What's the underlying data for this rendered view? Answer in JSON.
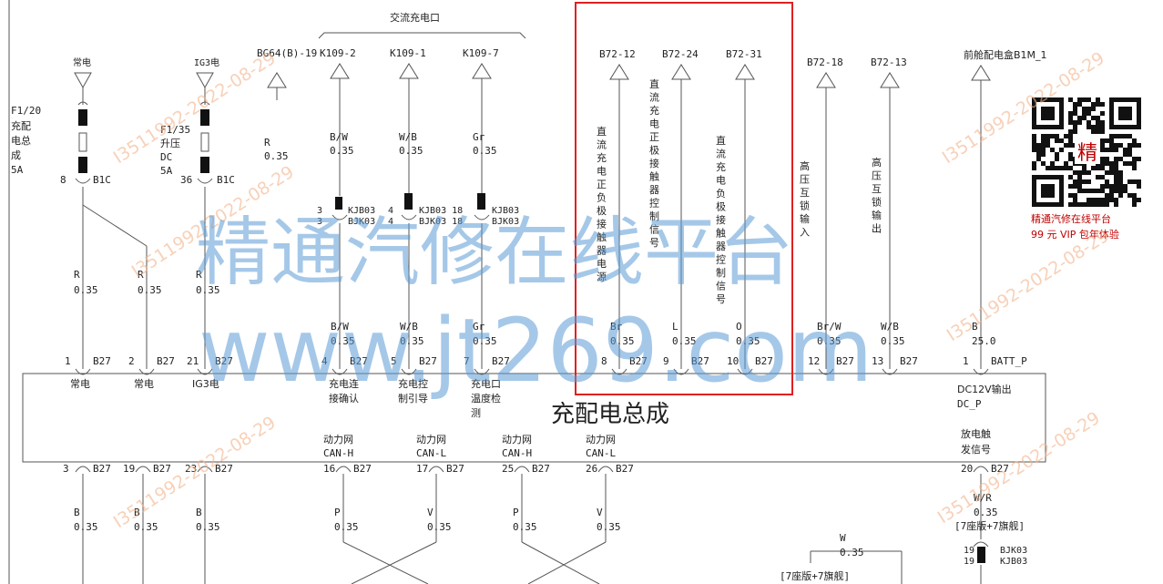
{
  "diagram": {
    "module_title": "充配电总成",
    "group_label": "交流充电口",
    "power_feeds": [
      {
        "source": "常电",
        "fuse": "F1/20",
        "fuse_desc": [
          "充配",
          "电总",
          "成"
        ],
        "rating": "5A",
        "pin": "8",
        "conn": "B1C"
      },
      {
        "source": "IG3电",
        "fuse": "F1/35",
        "fuse_desc": [
          "升压",
          "DC"
        ],
        "rating": "5A",
        "pin": "36",
        "conn": "B1C"
      }
    ],
    "top_targets": [
      {
        "label": "BG64(B)-19"
      },
      {
        "label": "K109-2"
      },
      {
        "label": "K109-1"
      },
      {
        "label": "K109-7"
      },
      {
        "label": "B72-12"
      },
      {
        "label": "B72-24"
      },
      {
        "label": "B72-31"
      },
      {
        "label": "B72-18"
      },
      {
        "label": "B72-13"
      },
      {
        "label": "前舱配电盒B1M_1"
      }
    ],
    "wire_labels": [
      {
        "color": "R",
        "size": "0.35"
      },
      {
        "color": "B/W",
        "size": "0.35"
      },
      {
        "color": "W/B",
        "size": "0.35"
      },
      {
        "color": "Gr",
        "size": "0.35"
      }
    ],
    "splices": [
      {
        "a": "3",
        "b": "3",
        "name_a": "KJB03",
        "name_b": "BJK03"
      },
      {
        "a": "4",
        "b": "4",
        "name_a": "KJB03 18",
        "name_b": "BJK03 18"
      },
      {
        "a": "",
        "b": "",
        "name_a": "KJB03",
        "name_b": "BJK03"
      }
    ],
    "vertical_signals": [
      "直流充电正负极接触器电源",
      "直流充电正极接触器控制信号",
      "直流充电负极接触器控制信号",
      "高压互锁输入",
      "高压互锁输出"
    ],
    "upper_pins": [
      {
        "color": "R",
        "size": "0.35",
        "pin": "1",
        "conn": "B27",
        "func": "常电"
      },
      {
        "color": "R",
        "size": "0.35",
        "pin": "2",
        "conn": "B27",
        "func": "常电"
      },
      {
        "color": "R",
        "size": "0.35",
        "pin": "21",
        "conn": "B27",
        "func": "IG3电"
      },
      {
        "color": "B/W",
        "size": "0.35",
        "pin": "4",
        "conn": "B27",
        "func": "充电连接确认"
      },
      {
        "color": "W/B",
        "size": "0.35",
        "pin": "5",
        "conn": "B27",
        "func": "充电控制引导"
      },
      {
        "color": "Gr",
        "size": "0.35",
        "pin": "7",
        "conn": "B27",
        "func": "充电口温度检测"
      },
      {
        "color": "Br",
        "size": "0.35",
        "pin": "8",
        "conn": "B27",
        "func": ""
      },
      {
        "color": "L",
        "size": "0.35",
        "pin": "9",
        "conn": "B27",
        "func": ""
      },
      {
        "color": "O",
        "size": "0.35",
        "pin": "10",
        "conn": "B27",
        "func": ""
      },
      {
        "color": "Br/W",
        "size": "0.35",
        "pin": "12",
        "conn": "B27",
        "func": ""
      },
      {
        "color": "W/B",
        "size": "0.35",
        "pin": "13",
        "conn": "B27",
        "func": ""
      },
      {
        "color": "B",
        "size": "25.0",
        "pin": "1",
        "conn": "BATT_P",
        "func": "DC12V输出 DC_P"
      }
    ],
    "lower_pins": [
      {
        "pin": "3",
        "conn": "B27",
        "func": "",
        "color": "B",
        "size": "0.35"
      },
      {
        "pin": "19",
        "conn": "B27",
        "func": "",
        "color": "B",
        "size": "0.35"
      },
      {
        "pin": "23",
        "conn": "B27",
        "func": "",
        "color": "B",
        "size": "0.35"
      },
      {
        "pin": "16",
        "conn": "B27",
        "func": "动力网 CAN-H",
        "color": "P",
        "size": "0.35"
      },
      {
        "pin": "17",
        "conn": "B27",
        "func": "动力网 CAN-L",
        "color": "V",
        "size": "0.35"
      },
      {
        "pin": "25",
        "conn": "B27",
        "func": "动力网 CAN-H",
        "color": "P",
        "size": "0.35"
      },
      {
        "pin": "26",
        "conn": "B27",
        "func": "动力网 CAN-L",
        "color": "V",
        "size": "0.35"
      },
      {
        "pin": "20",
        "conn": "B27",
        "func": "放电触发信号",
        "color": "W/R",
        "size": "0.35"
      }
    ],
    "bottom_notes": {
      "right_variant": "[7座版+7旗舰]",
      "right_splice_a": "19",
      "right_splice_b": "19",
      "right_splice_name_a": "BJK03",
      "right_splice_name_b": "KJB03",
      "mid_wire_color": "W",
      "mid_wire_size": "0.35",
      "mid_variant": "[7座版+7旗舰]"
    },
    "watermark": {
      "main": "精通汽修在线平台",
      "url": "www.jt269.com",
      "stamp": "I3511992-2022-08-29",
      "qr_caption_1": "精通汽修在线平台",
      "qr_caption_2": "99 元 VIP 包年体验",
      "qr_badge": "精"
    },
    "highlight_color": "#e02020",
    "watermark_color": "#5b9bd5"
  }
}
